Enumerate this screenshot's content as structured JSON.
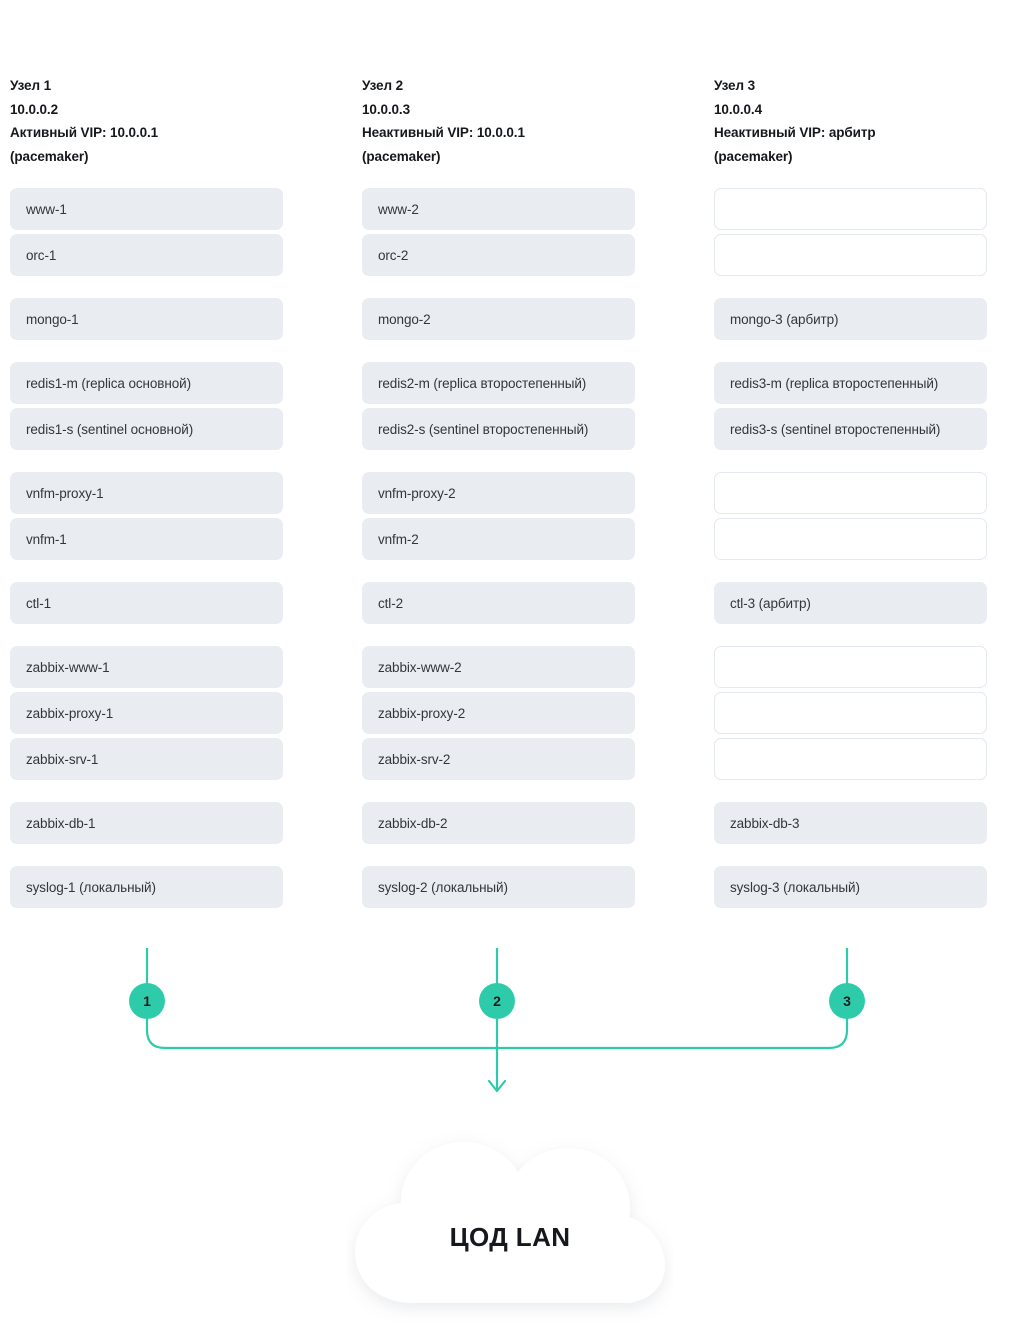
{
  "diagram": {
    "accent_color": "#2ecbab",
    "box_fill_color": "#e9edf2",
    "box_border_color": "#e4e9ef",
    "cloud_label": "ЦОД LAN"
  },
  "columns": [
    {
      "header": {
        "name": "Узел 1",
        "ip": "10.0.0.2",
        "vip": "Активный VIP: 10.0.0.1",
        "manager": "(pacemaker)"
      },
      "badge": "1",
      "groups": [
        {
          "boxes": [
            {
              "label": "www-1"
            },
            {
              "label": "orc-1"
            }
          ]
        },
        {
          "boxes": [
            {
              "label": "mongo-1"
            }
          ]
        },
        {
          "boxes": [
            {
              "label": "redis1-m (replica основной)"
            },
            {
              "label": "redis1-s (sentinel основной)"
            }
          ]
        },
        {
          "boxes": [
            {
              "label": "vnfm-proxy-1"
            },
            {
              "label": "vnfm-1"
            }
          ]
        },
        {
          "boxes": [
            {
              "label": "ctl-1"
            }
          ]
        },
        {
          "boxes": [
            {
              "label": "zabbix-www-1"
            },
            {
              "label": "zabbix-proxy-1"
            },
            {
              "label": "zabbix-srv-1"
            }
          ]
        },
        {
          "boxes": [
            {
              "label": "zabbix-db-1"
            }
          ]
        },
        {
          "boxes": [
            {
              "label": "syslog-1 (локальный)"
            }
          ]
        }
      ]
    },
    {
      "header": {
        "name": "Узел 2",
        "ip": "10.0.0.3",
        "vip": "Неактивный VIP: 10.0.0.1",
        "manager": "(pacemaker)"
      },
      "badge": "2",
      "groups": [
        {
          "boxes": [
            {
              "label": "www-2"
            },
            {
              "label": "orc-2"
            }
          ]
        },
        {
          "boxes": [
            {
              "label": "mongo-2"
            }
          ]
        },
        {
          "boxes": [
            {
              "label": "redis2-m (replica второстепенный)"
            },
            {
              "label": "redis2-s (sentinel второстепенный)"
            }
          ]
        },
        {
          "boxes": [
            {
              "label": "vnfm-proxy-2"
            },
            {
              "label": "vnfm-2"
            }
          ]
        },
        {
          "boxes": [
            {
              "label": "ctl-2"
            }
          ]
        },
        {
          "boxes": [
            {
              "label": "zabbix-www-2"
            },
            {
              "label": "zabbix-proxy-2"
            },
            {
              "label": "zabbix-srv-2"
            }
          ]
        },
        {
          "boxes": [
            {
              "label": "zabbix-db-2"
            }
          ]
        },
        {
          "boxes": [
            {
              "label": "syslog-2 (локальный)"
            }
          ]
        }
      ]
    },
    {
      "header": {
        "name": "Узел 3",
        "ip": "10.0.0.4",
        "vip": "Неактивный VIP: арбитр",
        "manager": "(pacemaker)"
      },
      "badge": "3",
      "groups": [
        {
          "boxes": [
            {
              "label": ""
            },
            {
              "label": ""
            }
          ]
        },
        {
          "boxes": [
            {
              "label": "mongo-3 (арбитр)"
            }
          ]
        },
        {
          "boxes": [
            {
              "label": "redis3-m (replica второстепенный)"
            },
            {
              "label": "redis3-s (sentinel второстепенный)"
            }
          ]
        },
        {
          "boxes": [
            {
              "label": ""
            },
            {
              "label": ""
            }
          ]
        },
        {
          "boxes": [
            {
              "label": "ctl-3 (арбитр)"
            }
          ]
        },
        {
          "boxes": [
            {
              "label": ""
            },
            {
              "label": ""
            },
            {
              "label": ""
            }
          ]
        },
        {
          "boxes": [
            {
              "label": "zabbix-db-3"
            }
          ]
        },
        {
          "boxes": [
            {
              "label": "syslog-3 (локальный)"
            }
          ]
        }
      ]
    }
  ]
}
